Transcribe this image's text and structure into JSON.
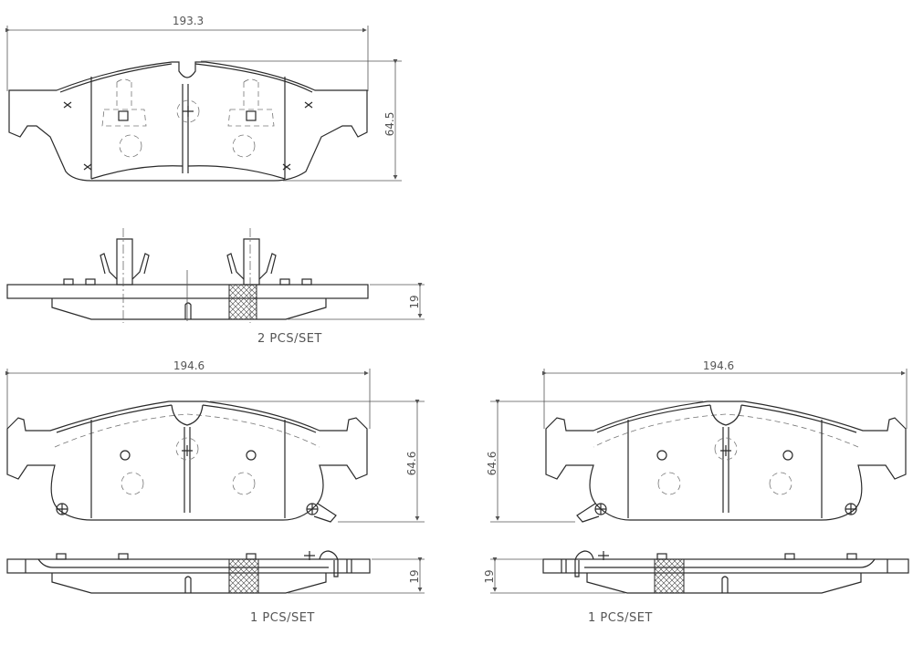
{
  "drawing": {
    "title": "Brake pad set technical drawing",
    "line_color": "#2a2a2a",
    "dimension_color": "#555555"
  },
  "pad_top": {
    "width_label": "193.3",
    "height_label": "64.5",
    "thickness_label": "19",
    "quantity_label": "2  PCS/SET"
  },
  "pad_bottom_left": {
    "width_label": "194.6",
    "height_label": "64.6",
    "thickness_label": "19",
    "quantity_label": "1  PCS/SET"
  },
  "pad_bottom_right": {
    "width_label": "194.6",
    "height_label": "64.6",
    "thickness_label": "19",
    "quantity_label": "1  PCS/SET"
  }
}
